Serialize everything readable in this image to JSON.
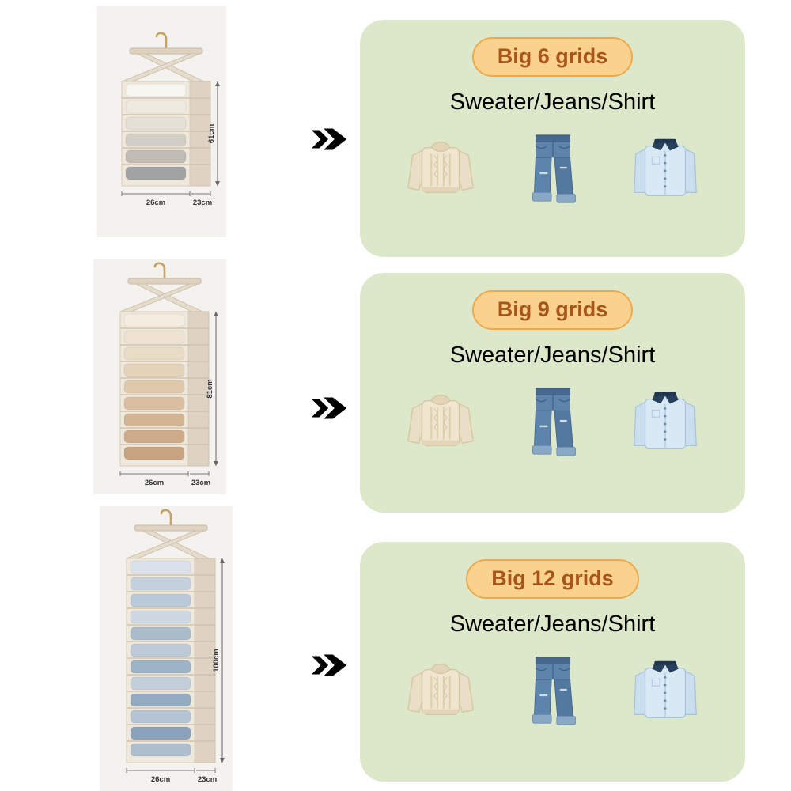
{
  "page": {
    "background": "#ffffff"
  },
  "colors": {
    "photo_bg": "#f4f2ee",
    "panel_bg": "#dde8ca",
    "badge_bg": "#fbd28d",
    "badge_border": "#eda94c",
    "badge_text": "#a8551a",
    "items_text": "#000000",
    "arrow": "#b7cd9d",
    "dimension_text": "#333333",
    "fabric": "#efe8dc",
    "side": "#ded3c2",
    "strap": "#e6dccd",
    "hook": "#c8a060"
  },
  "icons": {
    "arrow": "arrow-right-icon",
    "sweater": "sweater-icon",
    "jeans": "jeans-icon",
    "shirt": "shirt-icon"
  },
  "products": [
    {
      "badge": "Big 6 grids",
      "items": "Sweater/Jeans/Shirt",
      "grids": 6,
      "height_label": "61cm",
      "width_label": "26cm",
      "depth_label": "23cm",
      "clothes_colors": [
        "#f8f6f0",
        "#efeae0",
        "#e5e0d6",
        "#d2cdc5",
        "#c0bcb4",
        "#a2a3a3"
      ]
    },
    {
      "badge": "Big 9 grids",
      "items": "Sweater/Jeans/Shirt",
      "grids": 9,
      "height_label": "81cm",
      "width_label": "26cm",
      "depth_label": "23cm",
      "clothes_colors": [
        "#f4ecdf",
        "#eee3d0",
        "#e9dcc5",
        "#e4d3b8",
        "#dfc9ab",
        "#d9bf9f",
        "#d3b594",
        "#ceac89",
        "#c8a37f"
      ]
    },
    {
      "badge": "Big 12 grids",
      "items": "Sweater/Jeans/Shirt",
      "grids": 12,
      "height_label": "100cm",
      "width_label": "26cm",
      "depth_label": "23cm",
      "clothes_colors": [
        "#d9e2ea",
        "#c4d1de",
        "#b9c9d7",
        "#cdd8e2",
        "#a8bccc",
        "#bcc9d6",
        "#9db3c6",
        "#c2cfdb",
        "#93abc0",
        "#b5c4d2",
        "#8aa3ba",
        "#adbecd"
      ]
    }
  ]
}
